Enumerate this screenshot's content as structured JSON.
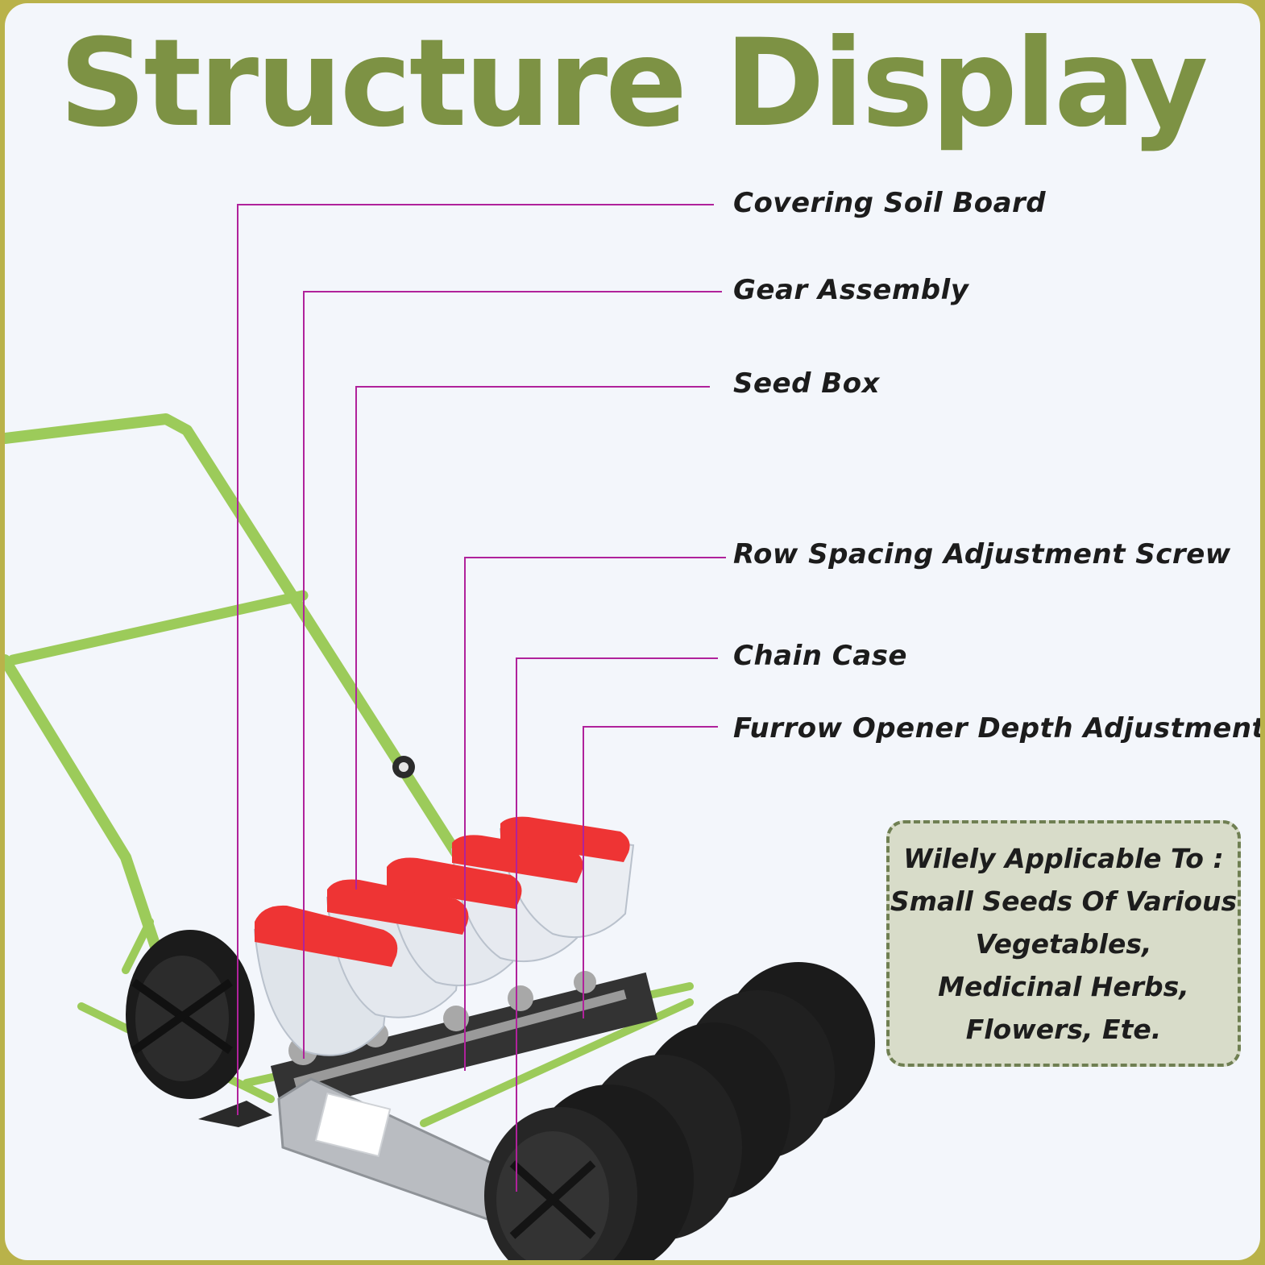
{
  "title": "Structure Display",
  "labels": [
    {
      "id": "covering-soil-board",
      "text": "Covering Soil Board"
    },
    {
      "id": "gear-assembly",
      "text": "Gear Assembly"
    },
    {
      "id": "seed-box",
      "text": "Seed Box"
    },
    {
      "id": "row-spacing-adjustment-screw",
      "text": "Row Spacing Adjustment Screw"
    },
    {
      "id": "chain-case",
      "text": "Chain Case"
    },
    {
      "id": "furrow-opener-depth-adjustment",
      "text": "Furrow Opener Depth Adjustment"
    }
  ],
  "note": "Wilely Applicable To :\nSmall Seeds Of Various\nVegetables,\nMedicinal Herbs,\nFlowers, Ete.",
  "colors": {
    "title": "#7d9244",
    "leader_line": "#b0229b",
    "frame": "#9ccb5a",
    "hopper_lid": "#ee3434",
    "wheel": "#1b1b1b",
    "border": "#b9b24a"
  }
}
